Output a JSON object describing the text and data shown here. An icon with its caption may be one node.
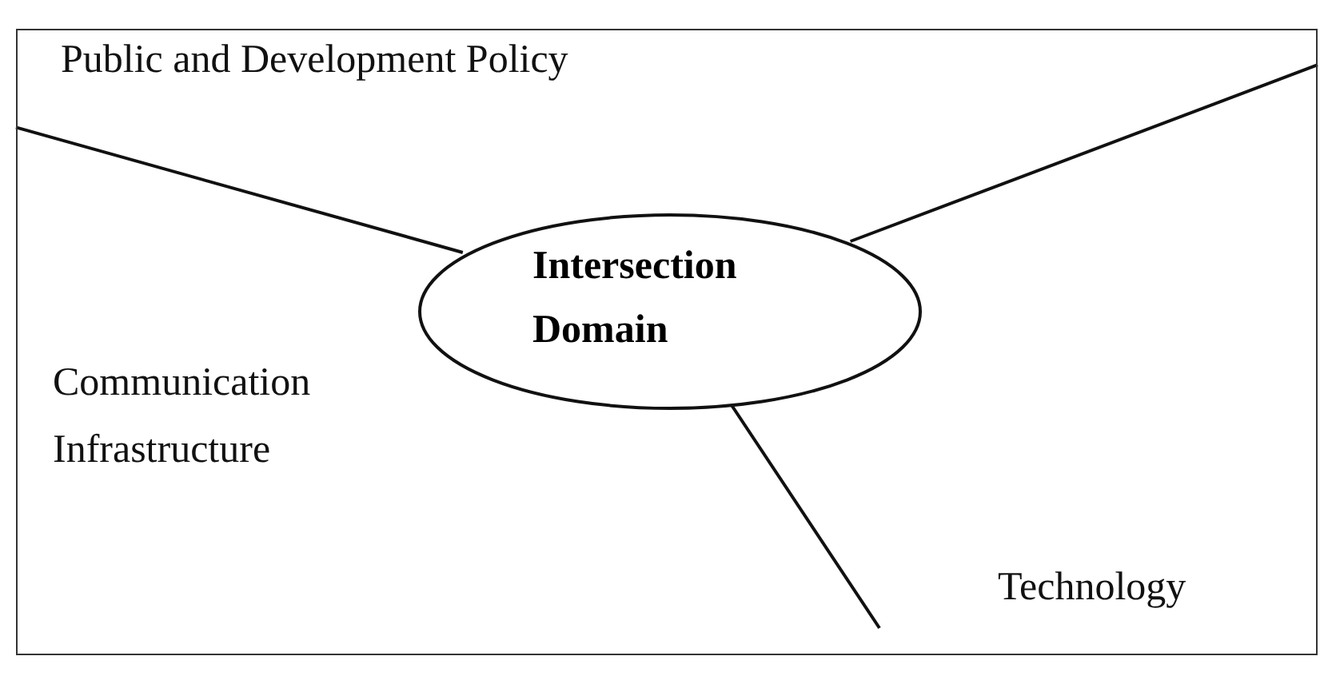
{
  "diagram": {
    "nodes": [
      {
        "text": [],
        "shape": "box"
      },
      {
        "text": [
          "Intersection Domain"
        ],
        "in": 0
      }
    ],
    "edges": [
      {
        "from": 1,
        "to": 0,
        "arrow": "none"
      },
      {
        "from": 1,
        "to": 0,
        "arrow": "none"
      },
      {
        "from": 1,
        "to": null,
        "arrow": "none"
      }
    ],
    "labels": [
      "Public and Development Policy",
      "Communication",
      "Infrastructure",
      "Technology"
    ]
  }
}
